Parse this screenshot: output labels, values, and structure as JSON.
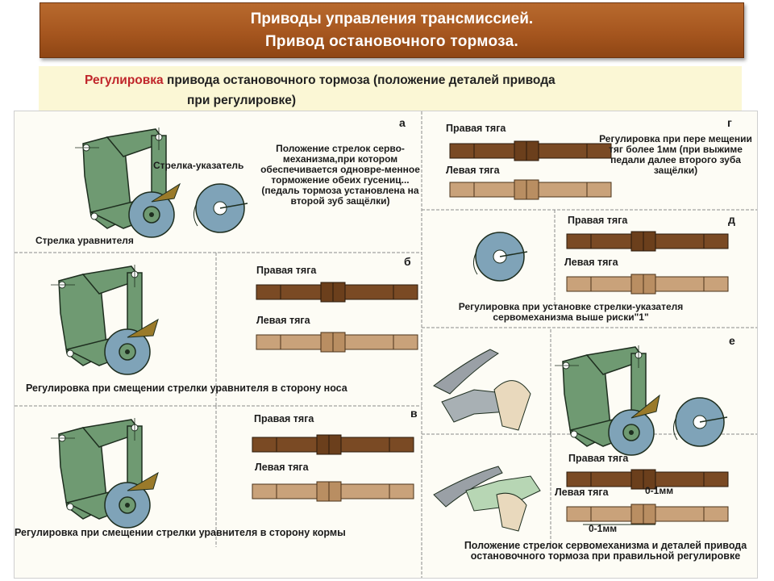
{
  "header": {
    "title_line1": "Приводы управления трансмиссией.",
    "title_line2": "Привод остановочного тормоза."
  },
  "subheader": {
    "highlight": "Регулировка",
    "line1_rest": " привода остановочного тормоза (положение деталей привода",
    "line2": "при регулировке)"
  },
  "panels": {
    "a": {
      "letter": "а",
      "pointer_label": "Стрелка-указатель",
      "equalizer_label": "Стрелка уравнителя",
      "note": "Положение стрелок серво-механизма,при котором обеспечивается одновре-менное торможение обеих гусениц...(педаль тормоза установлена на второй зуб защёлки)"
    },
    "b": {
      "letter": "б",
      "right_rod": "Правая тяга",
      "left_rod": "Левая тяга",
      "caption": "Регулировка при смещении стрелки уравнителя в сторону носа"
    },
    "v": {
      "letter": "в",
      "right_rod": "Правая тяга",
      "left_rod": "Левая тяга",
      "caption": "Регулировка при смещении стрелки уравнителя в сторону кормы"
    },
    "g": {
      "letter": "г",
      "right_rod": "Правая тяга",
      "left_rod": "Левая тяга",
      "note": "Регулировка при пере мещении тяг более 1мм (при выжиме педали далее второго зуба защёлки)"
    },
    "d": {
      "letter": "д",
      "right_rod": "Правая тяга",
      "left_rod": "Левая тяга",
      "caption": "Регулировка при установке стрелки-указателя сервомеханизма выше риски\"1\""
    },
    "e": {
      "letter": "е",
      "right_rod": "Правая тяга",
      "left_rod": "Левая тяга",
      "gap1": "0-1мм",
      "gap2": "0-1мм",
      "caption": "Положение стрелок сервомеханизма и деталей привода остановочного тормоза при правильной регулировке"
    }
  },
  "colors": {
    "title_bg": "#a6561f",
    "subheader_bg": "#fbf7d5",
    "highlight": "#c0262b",
    "mechanism_green": "#6f9a72",
    "dial_blue": "#7fa3b8",
    "rod_dark": "#7a4a24",
    "rod_light": "#c9a27a",
    "pointer": "#9a7a2a"
  }
}
